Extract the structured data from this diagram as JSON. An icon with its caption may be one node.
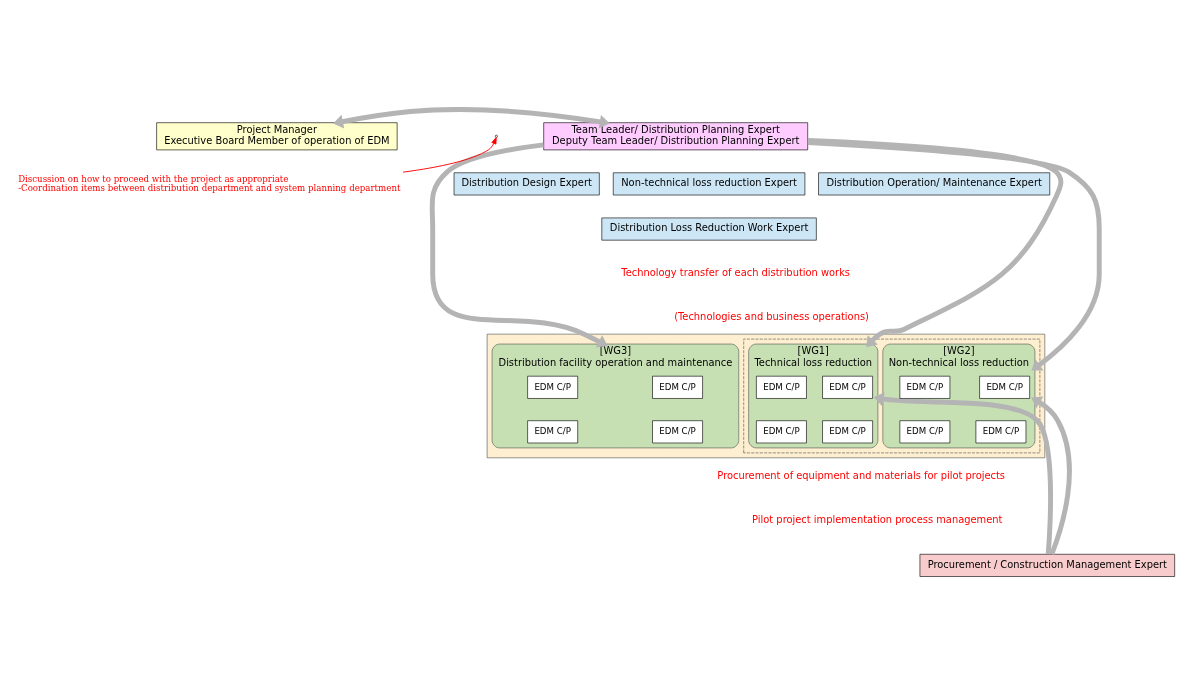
{
  "diagram": {
    "nodes": [
      {
        "text": [
          "Project Manager",
          "Executive Board Member of operation of EDM"
        ]
      },
      {
        "text": [
          "Team Leader/ Distribution Planning Expert",
          "Deputy Team Leader/ Distribution Planning Expert"
        ]
      },
      {
        "text": [
          "Distribution Design Expert"
        ]
      },
      {
        "text": [
          "Non-technical loss reduction Expert"
        ]
      },
      {
        "text": [
          "Distribution Loss Reduction Work Expert"
        ]
      },
      {
        "text": [
          "Distribution Operation/ Maintenance Expert"
        ]
      },
      {
        "text": [],
        "shape": "box"
      },
      {
        "text": [],
        "shape": "box",
        "in": 6
      },
      {
        "text": [
          "[WG1]",
          "Technical loss reduction"
        ],
        "in": 7
      },
      {
        "text": [
          "EDM C/P"
        ],
        "in": 8
      },
      {
        "text": [
          "EDM C/P"
        ],
        "in": 8
      },
      {
        "text": [
          "EDM C/P"
        ],
        "in": 8
      },
      {
        "text": [
          "EDM C/P"
        ],
        "in": 8
      },
      {
        "text": [
          "[WG2]",
          "Non-technical loss reduction"
        ],
        "in": 7
      },
      {
        "text": [
          "EDM C/P"
        ],
        "in": 13
      },
      {
        "text": [
          "EDM C/P"
        ],
        "in": 13
      },
      {
        "text": [
          "EDM C/P"
        ],
        "in": 13
      },
      {
        "text": [
          "EDM C/P"
        ],
        "in": 13
      },
      {
        "text": [
          "[WG3]",
          "Distribution facility operation and maintenance"
        ],
        "in": 6
      },
      {
        "text": [
          "EDM C/P"
        ],
        "in": 18
      },
      {
        "text": [
          "EDM C/P"
        ],
        "in": 18
      },
      {
        "text": [
          "EDM C/P"
        ],
        "in": 18
      },
      {
        "text": [
          "EDM C/P"
        ],
        "in": 18
      },
      {
        "text": [
          "Procurement / Construction Management Expert"
        ]
      },
      {
        "text": [
          "Discussion on how to proceed with the project as appropriate",
          "-Coordination items between distribution department and system planning department"
        ]
      }
    ],
    "edges": [
      {
        "from": 0,
        "to": 1,
        "arrow": "both"
      },
      {
        "from": 24,
        "to": null,
        "arrow": "to",
        "color": "#ff0000"
      },
      {
        "from": 1,
        "to": 8,
        "arrow": "to"
      },
      {
        "from": 1,
        "to": 13,
        "arrow": "to"
      },
      {
        "from": 1,
        "to": 18,
        "arrow": "to"
      },
      {
        "from": 23,
        "to": 8,
        "arrow": "to"
      },
      {
        "from": 23,
        "to": 13,
        "arrow": "to"
      }
    ],
    "labels": [
      "Technology transfer of each distribution works",
      "(Technologies and business operations)",
      "Procurement of equipment and materials for pilot projects",
      "Pilot project implementation process management"
    ]
  }
}
